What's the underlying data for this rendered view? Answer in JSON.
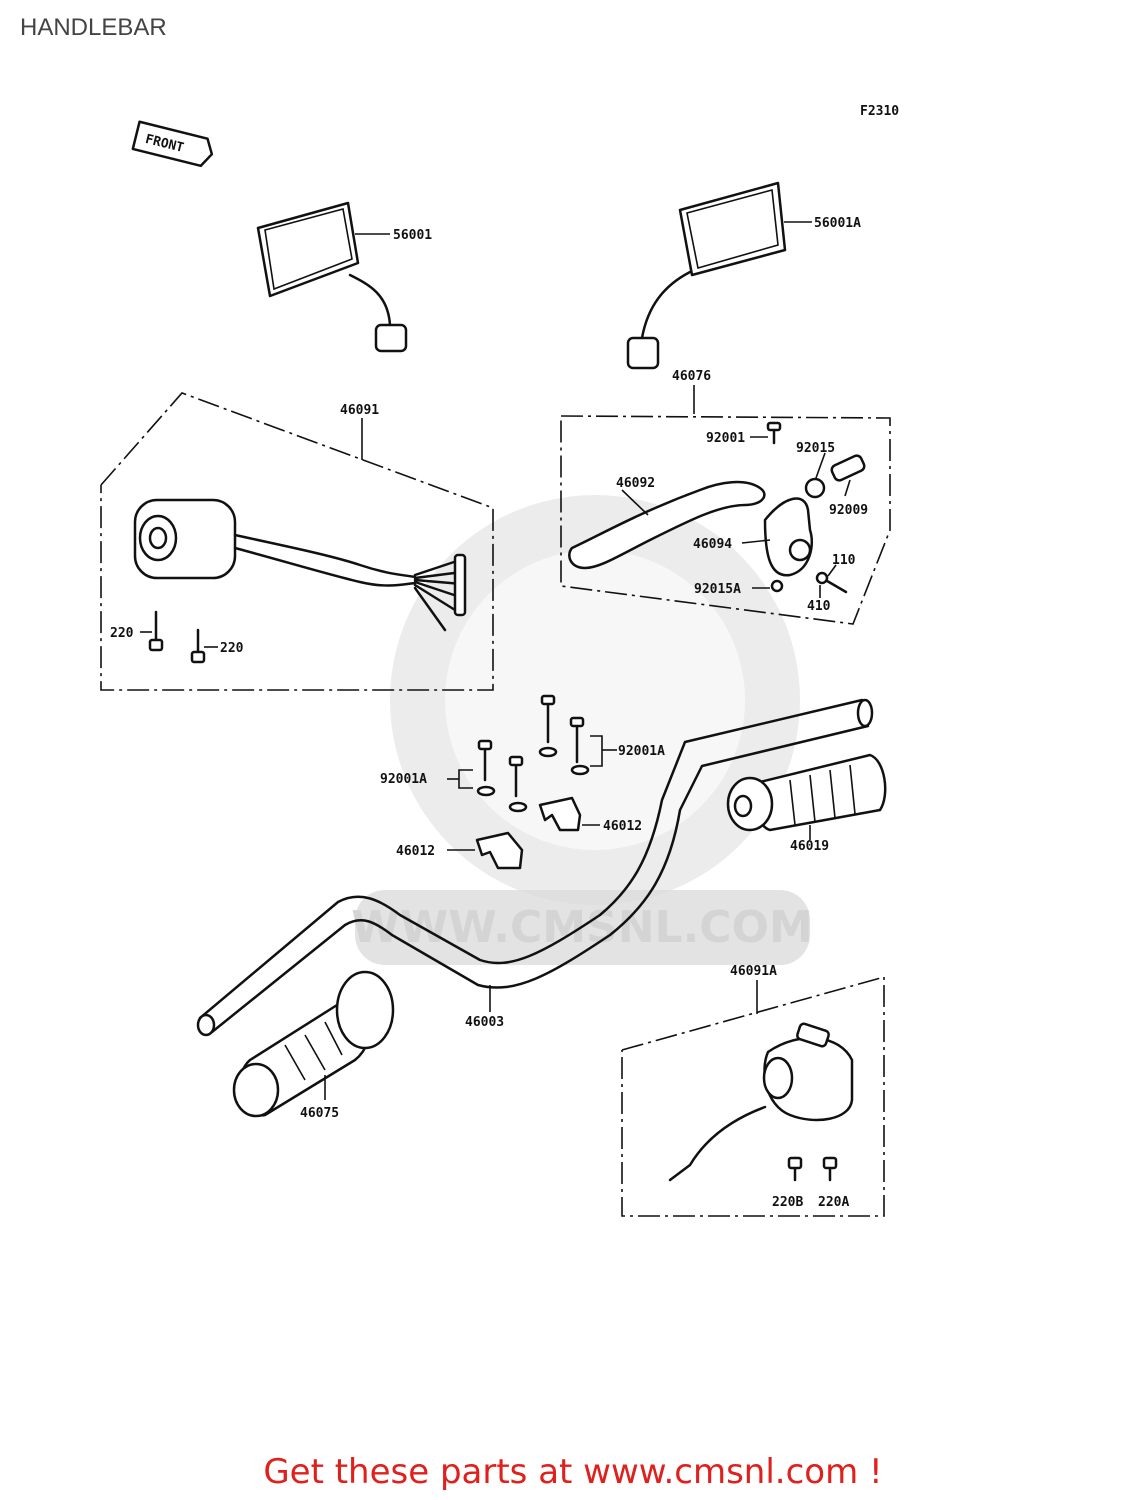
{
  "page_title": "HANDLEBAR",
  "figure_code": "F2310",
  "front_marker": "FRONT",
  "watermark": "WWW.CMSNL.COM",
  "footer_link": "Get these parts at www.cmsnl.com !",
  "parts": {
    "mirror_left": "56001",
    "mirror_right": "56001A",
    "lever_assembly": "46076",
    "switch_left": "46091",
    "bolt_92001": "92001",
    "washer_92015": "92015",
    "lever": "46092",
    "adjuster_92009": "92009",
    "holder_46094": "46094",
    "part_110": "110",
    "washer_92015a": "92015A",
    "part_410": "410",
    "screw_220_a": "220",
    "screw_220_b": "220",
    "bolt_92001a_left": "92001A",
    "bolt_92001a_right": "92001A",
    "clamp_46012_right": "46012",
    "clamp_46012_left": "46012",
    "grip_right": "46019",
    "switch_right": "46091A",
    "handlebar": "46003",
    "grip_left": "46075",
    "screw_220b": "220B",
    "screw_220a": "220A"
  }
}
